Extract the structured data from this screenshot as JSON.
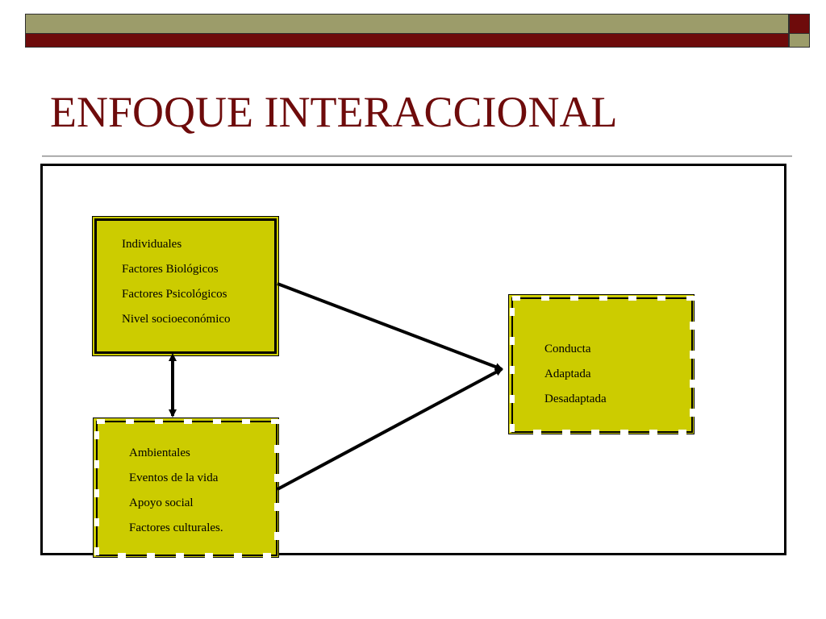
{
  "slide": {
    "title": "ENFOQUE INTERACCIONAL"
  },
  "diagram": {
    "individuales": {
      "lines": [
        "Individuales",
        "Factores Biológicos",
        "Factores Psicológicos",
        "Nivel socioeconómico"
      ]
    },
    "ambientales": {
      "lines": [
        "Ambientales",
        "Eventos de la vida",
        "Apoyo social",
        "Factores culturales."
      ]
    },
    "conducta": {
      "lines": [
        "Conducta",
        "Adaptada",
        "Desadaptada"
      ]
    }
  },
  "colors": {
    "title": "#6e0b0b",
    "box_fill": "#cccc00",
    "banner_olive": "#9c9c6a",
    "banner_red": "#6e0b0b"
  }
}
